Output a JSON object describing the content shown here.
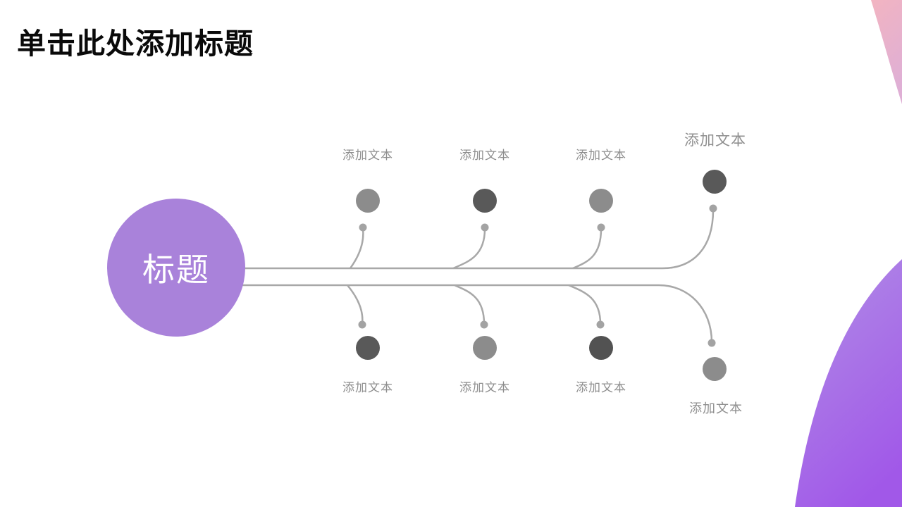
{
  "slide": {
    "title": "单击此处添加标题",
    "center": {
      "label": "标题",
      "circle_color": "#a982da"
    }
  },
  "branches": {
    "top": [
      {
        "label": "添加文本",
        "dot_color": "#8c8c8c"
      },
      {
        "label": "添加文本",
        "dot_color": "#595959"
      },
      {
        "label": "添加文本",
        "dot_color": "#8c8c8c"
      },
      {
        "label": "添加文本",
        "dot_color": "#595959"
      }
    ],
    "bottom": [
      {
        "label": "添加文本",
        "dot_color": "#595959"
      },
      {
        "label": "添加文本",
        "dot_color": "#8c8c8c"
      },
      {
        "label": "添加文本",
        "dot_color": "#525252"
      },
      {
        "label": "添加文本",
        "dot_color": "#8c8c8c"
      }
    ]
  },
  "decor": {
    "line_color": "#a8a8a8",
    "connector_end_dot_color": "#a3a3a3",
    "label_color": "#8f8f8f",
    "title_color": "#0a0a0a",
    "corner_top_pink_gradient": [
      "#f2b4c1",
      "#dfafd5"
    ],
    "corner_bottom_purple_gradient": [
      "#b08be6",
      "#a158e8"
    ]
  }
}
